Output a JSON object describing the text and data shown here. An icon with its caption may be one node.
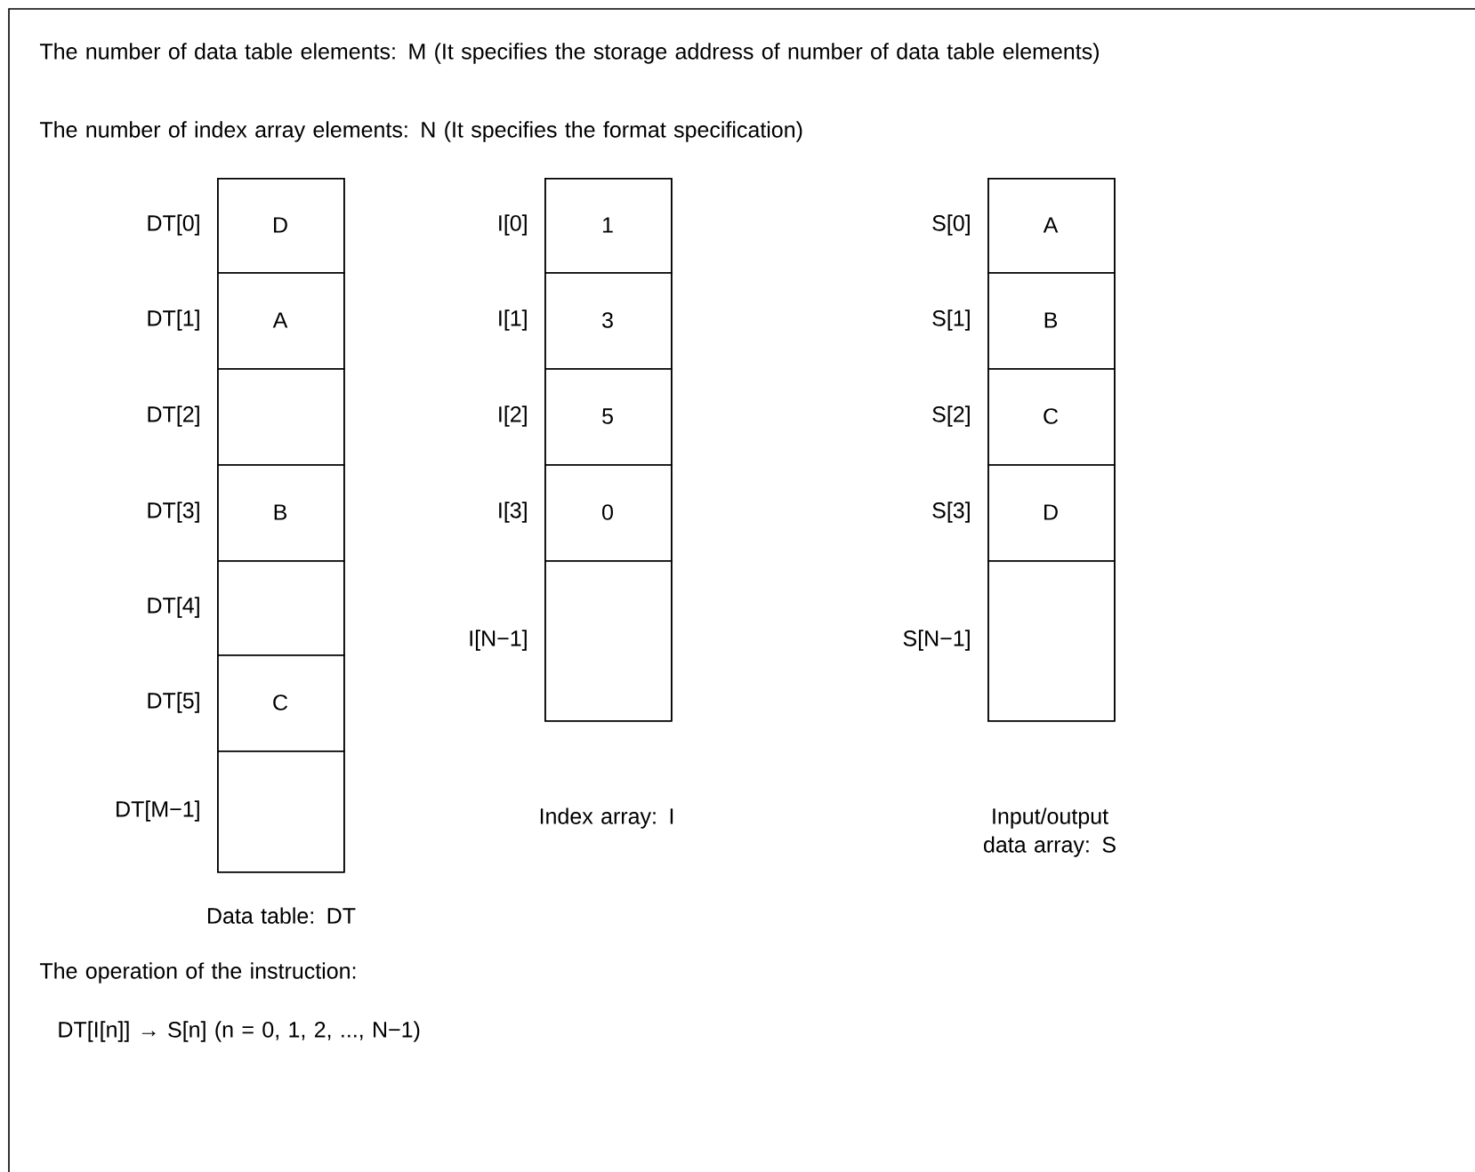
{
  "diagram": {
    "nodes": [
      {
        "text": [],
        "shape": "box",
        "beside": [
          "Data table: DT"
        ]
      },
      {
        "text": [
          "D"
        ],
        "in": 0,
        "beside": [
          "DT[0]"
        ]
      },
      {
        "text": [
          "A"
        ],
        "in": 0,
        "beside": [
          "DT[1]"
        ]
      },
      {
        "text": [],
        "shape": "box",
        "in": 0,
        "beside": [
          "DT[2]"
        ]
      },
      {
        "text": [
          "B"
        ],
        "in": 0,
        "beside": [
          "DT[3]"
        ]
      },
      {
        "text": [],
        "shape": "box",
        "in": 0,
        "beside": [
          "DT[4]"
        ]
      },
      {
        "text": [
          "C"
        ],
        "in": 0,
        "beside": [
          "DT[5]"
        ]
      },
      {
        "text": [],
        "shape": "box",
        "in": 0,
        "beside": [
          "DT[M−1]"
        ]
      },
      {
        "text": [],
        "shape": "box",
        "beside": [
          "Index array: I"
        ]
      },
      {
        "text": [
          "1"
        ],
        "in": 8,
        "beside": [
          "I[0]"
        ]
      },
      {
        "text": [
          "3"
        ],
        "in": 8,
        "beside": [
          "I[1]"
        ]
      },
      {
        "text": [
          "5"
        ],
        "in": 8,
        "beside": [
          "I[2]"
        ]
      },
      {
        "text": [
          "0"
        ],
        "in": 8,
        "beside": [
          "I[3]"
        ]
      },
      {
        "text": [],
        "shape": "box",
        "in": 8,
        "beside": [
          "I[N−1]"
        ]
      },
      {
        "text": [],
        "shape": "box",
        "beside": [
          "Input/output data array: S"
        ]
      },
      {
        "text": [
          "A"
        ],
        "in": 14,
        "beside": [
          "S[0]"
        ]
      },
      {
        "text": [
          "B"
        ],
        "in": 14,
        "beside": [
          "S[1]"
        ]
      },
      {
        "text": [
          "C"
        ],
        "in": 14,
        "beside": [
          "S[2]"
        ]
      },
      {
        "text": [
          "D"
        ],
        "in": 14,
        "beside": [
          "S[3]"
        ]
      },
      {
        "text": [],
        "shape": "box",
        "in": 14,
        "beside": [
          "S[N−1]"
        ]
      }
    ],
    "labels": [
      "The number of data table elements: M  (It specifies the storage address of number of data table elements)",
      "The number of index array elements: N  (It specifies the format specification)",
      "The operation of the instruction:",
      "DT[I[n]] → S[n] (n = 0, 1, 2, ..., N−1)"
    ]
  }
}
